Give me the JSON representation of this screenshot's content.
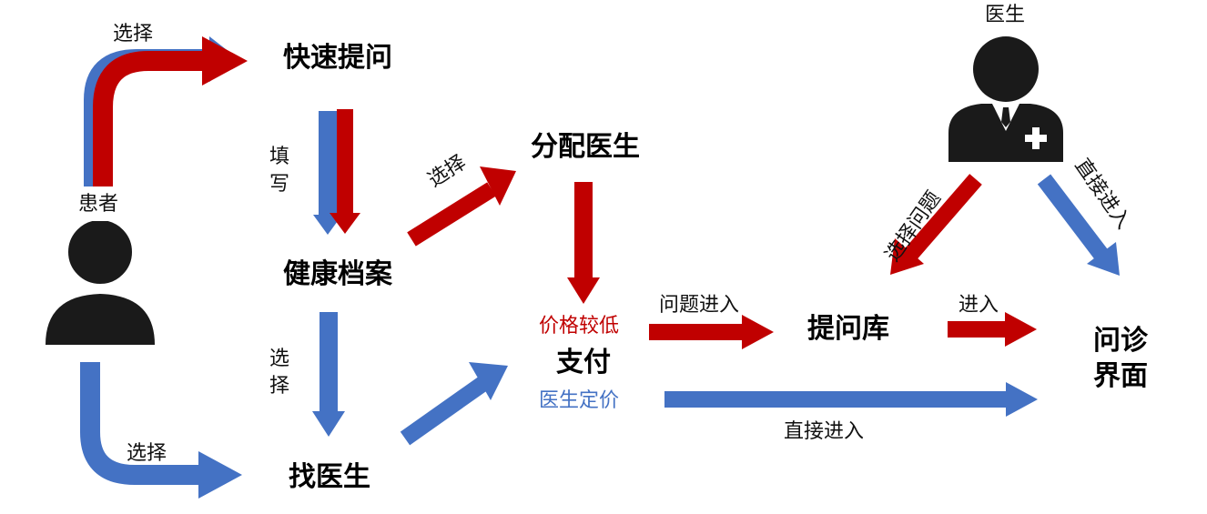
{
  "nodes": {
    "quick_question": "快速提问",
    "health_record": "健康档案",
    "assign_doctor": "分配医生",
    "find_doctor": "找医生",
    "payment": "支付",
    "question_bank": "提问库",
    "consult_line1": "问诊",
    "consult_line2": "界面"
  },
  "actors": {
    "patient": "患者",
    "doctor": "医生"
  },
  "labels": {
    "select_top": "选择",
    "fill_in": "填写",
    "select_diag": "选择",
    "select_vert": "选择",
    "select_bottom": "选择",
    "lower_price": "价格较低",
    "doctor_price": "医生定价",
    "question_enter": "问题进入",
    "enter": "进入",
    "direct_enter_bottom": "直接进入",
    "select_question": "选择问题",
    "direct_enter_diag": "直接进入"
  },
  "colors": {
    "red": "#c00000",
    "blue": "#4472c4",
    "figure": "#1a1a1a"
  }
}
